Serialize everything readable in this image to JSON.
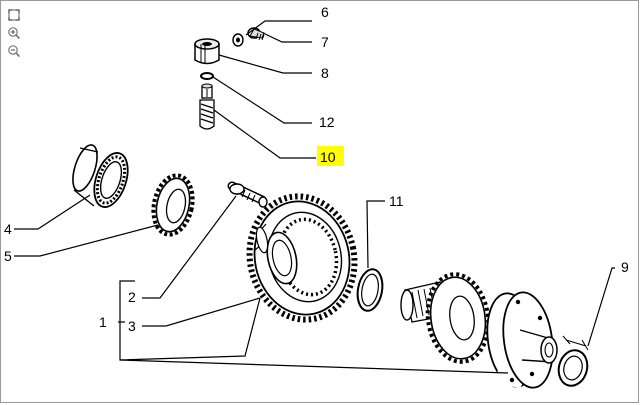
{
  "toolbar": {
    "items": [
      {
        "icon": "fit-page-icon"
      },
      {
        "icon": "zoom-in-icon"
      },
      {
        "icon": "zoom-out-icon"
      }
    ]
  },
  "callouts": {
    "c1": "1",
    "c2": "2",
    "c3": "3",
    "c4": "4",
    "c5": "5",
    "c6": "6",
    "c7": "7",
    "c8": "8",
    "c9": "9",
    "c10": "10",
    "c11": "11",
    "c12": "12"
  },
  "highlight": {
    "callout": "10",
    "color": "#ffff00"
  }
}
